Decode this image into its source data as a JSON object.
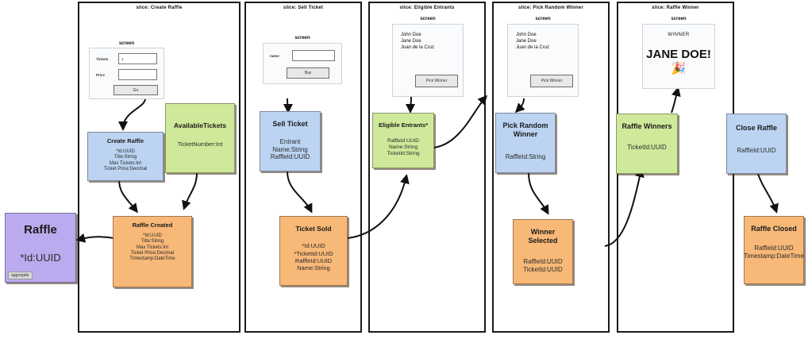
{
  "lanes": [
    {
      "title": "slice: Create Raffle"
    },
    {
      "title": "slice: Sell Ticket"
    },
    {
      "title": "slice: Eligible Entrants"
    },
    {
      "title": "slice: Pick Random Winner"
    },
    {
      "title": "slice: Raffle Winner"
    }
  ],
  "screen_label": "screen",
  "screens": {
    "create_raffle": {
      "field1_label": "Tickets",
      "field1_value": "1",
      "field2_label": "Price",
      "field2_value": "",
      "submit_label": "Go"
    },
    "sell_ticket": {
      "field_label": "name",
      "field_value": "",
      "submit_label": "Buy"
    },
    "eligible_entrants": {
      "entrants": [
        "John Doe",
        "Jane Doe",
        "Juan de la Cruz"
      ],
      "submit_label": "Pick Winner"
    },
    "pick_random_winner": {
      "entrants": [
        "John Doe",
        "Jane Doe",
        "Juan de la Cruz"
      ],
      "submit_label": "Pick Winner"
    },
    "raffle_winner": {
      "heading": "WINNER",
      "winner_text": "JANE DOE! 🎉"
    }
  },
  "cards": {
    "raffle_aggregate": {
      "title": "Raffle",
      "fields": [
        "*Id:UUID"
      ],
      "badge": "aggregate",
      "color": "#bbaaee"
    },
    "create_raffle": {
      "title": "Create Raffle",
      "fields": [
        "*Id:UUID",
        "Title:String",
        "Max Tickets:Int",
        "Ticket Price:Decimal"
      ],
      "color": "#bcd4f2"
    },
    "available_tickets": {
      "title": "AvailableTickets",
      "fields": [
        "TicketNumber:Int"
      ],
      "color": "#cfe99a"
    },
    "raffle_created": {
      "title": "Raffle Created",
      "fields": [
        "*Id:UUID",
        "Title:String",
        "Max Tickets:Int",
        "Ticket Price:Decimal",
        "TImestamp:DateTime"
      ],
      "color": "#f8b878"
    },
    "sell_ticket": {
      "title": "Sell Ticket",
      "fields": [
        "Entrant",
        "Name:String",
        "RaffleId:UUID"
      ],
      "color": "#bcd4f2"
    },
    "ticket_sold": {
      "title": "Ticket Sold",
      "fields": [
        "*Id:UUID",
        "*TicketId:UUID",
        "RaffleId:UUID",
        "Name:String"
      ],
      "color": "#f8b878"
    },
    "eligible_entrants": {
      "title": "Eligible Entrants*",
      "fields": [
        "RaffleId:UUID",
        "Name:String",
        "TicketId:String"
      ],
      "color": "#cfe99a"
    },
    "pick_random_winner": {
      "title": "Pick Random Winner",
      "fields": [
        "RaffleId:String"
      ],
      "color": "#bcd4f2"
    },
    "winner_selected": {
      "title": "Winner Selected",
      "fields": [
        "RaffleId:UUID",
        "TicketId:UUID"
      ],
      "color": "#f8b878"
    },
    "raffle_winners": {
      "title": "Raffle Winners",
      "fields": [
        "TicketId:UUID"
      ],
      "color": "#cfe99a"
    },
    "close_raffle": {
      "title": "Close Raffle",
      "fields": [
        "RaffleId:UUID"
      ],
      "color": "#bcd4f2"
    },
    "raffle_closed": {
      "title": "Raffle Closed",
      "fields": [
        "RaffleId:UUID",
        "Timestamp:DateTime"
      ],
      "color": "#f8b878"
    }
  }
}
